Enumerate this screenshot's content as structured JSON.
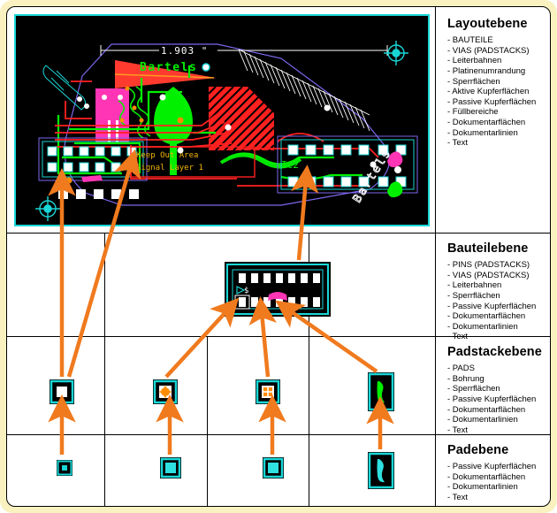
{
  "sections": [
    {
      "id": "layoutebene",
      "title": "Layoutebene",
      "items": [
        "- BAUTEILE",
        "- VIAS (PADSTACKS)",
        "- Leiterbahnen",
        "- Platinenumrandung",
        "- Sperrflächen",
        "- Aktive Kupferflächen",
        "- Passive Kupferflächen",
        "- Füllbereiche",
        "- Dokumentarflächen",
        "- Dokumentarlinien",
        "- Text"
      ]
    },
    {
      "id": "bauteilebene",
      "title": "Bauteilebene",
      "items": [
        "- PINS (PADSTACKS)",
        "- VIAS (PADSTACKS)",
        "- Leiterbahnen",
        "- Sperrflächen",
        "- Passive Kupferflächen",
        "- Dokumentarflächen",
        "- Dokumentarlinien",
        "- Text"
      ]
    },
    {
      "id": "padstackebene",
      "title": "Padstackebene",
      "items": [
        "- PADS",
        "- Bohrung",
        "- Sperrflächen",
        "- Passive Kupferflächen",
        "- Dokumentarflächen",
        "- Dokumentarlinien",
        "- Text"
      ]
    },
    {
      "id": "padebene",
      "title": "Padebene",
      "items": [
        "- Passive Kupferflächen",
        "- Dokumentarflächen",
        "- Dokumentarlinien",
        "- Text"
      ]
    }
  ],
  "pcb": {
    "dimension_label": "1.903 \"",
    "brand_label": "Bartels",
    "brand_outline_label": "Bartels",
    "keepout_line1": "Keep Out Area",
    "keepout_line2": "Signal Layer 1",
    "ic_label": "IC2",
    "component_pin_label": "$"
  },
  "colors": {
    "frame": "#f9f2c0",
    "paper": "#ffffff",
    "pcb_background": "#000000",
    "board_outline": "#19d6d6",
    "trace_green": "#00f000",
    "trace_red": "#ff2020",
    "keepout_area": "#ff3b30",
    "doc_violet": "#7b68ee",
    "pad_white": "#ffffff",
    "pad_orange": "#ff8c00",
    "component_pink": "#ff35b5",
    "text_green": "#00f000",
    "arrow": "#f07a1e"
  },
  "padstack_row": [
    {
      "name": "padstack-round-pad",
      "shape": "round"
    },
    {
      "name": "padstack-round-pad-drilled",
      "shape": "round-drill"
    },
    {
      "name": "padstack-square-pad-drilled",
      "shape": "square-drill"
    },
    {
      "name": "padstack-oblong-pad",
      "shape": "oblong"
    }
  ],
  "pad_row": [
    {
      "name": "pad-small-round",
      "shape": "small"
    },
    {
      "name": "pad-medium-square",
      "shape": "medium"
    },
    {
      "name": "pad-square",
      "shape": "square"
    },
    {
      "name": "pad-oblong",
      "shape": "oblong"
    }
  ]
}
